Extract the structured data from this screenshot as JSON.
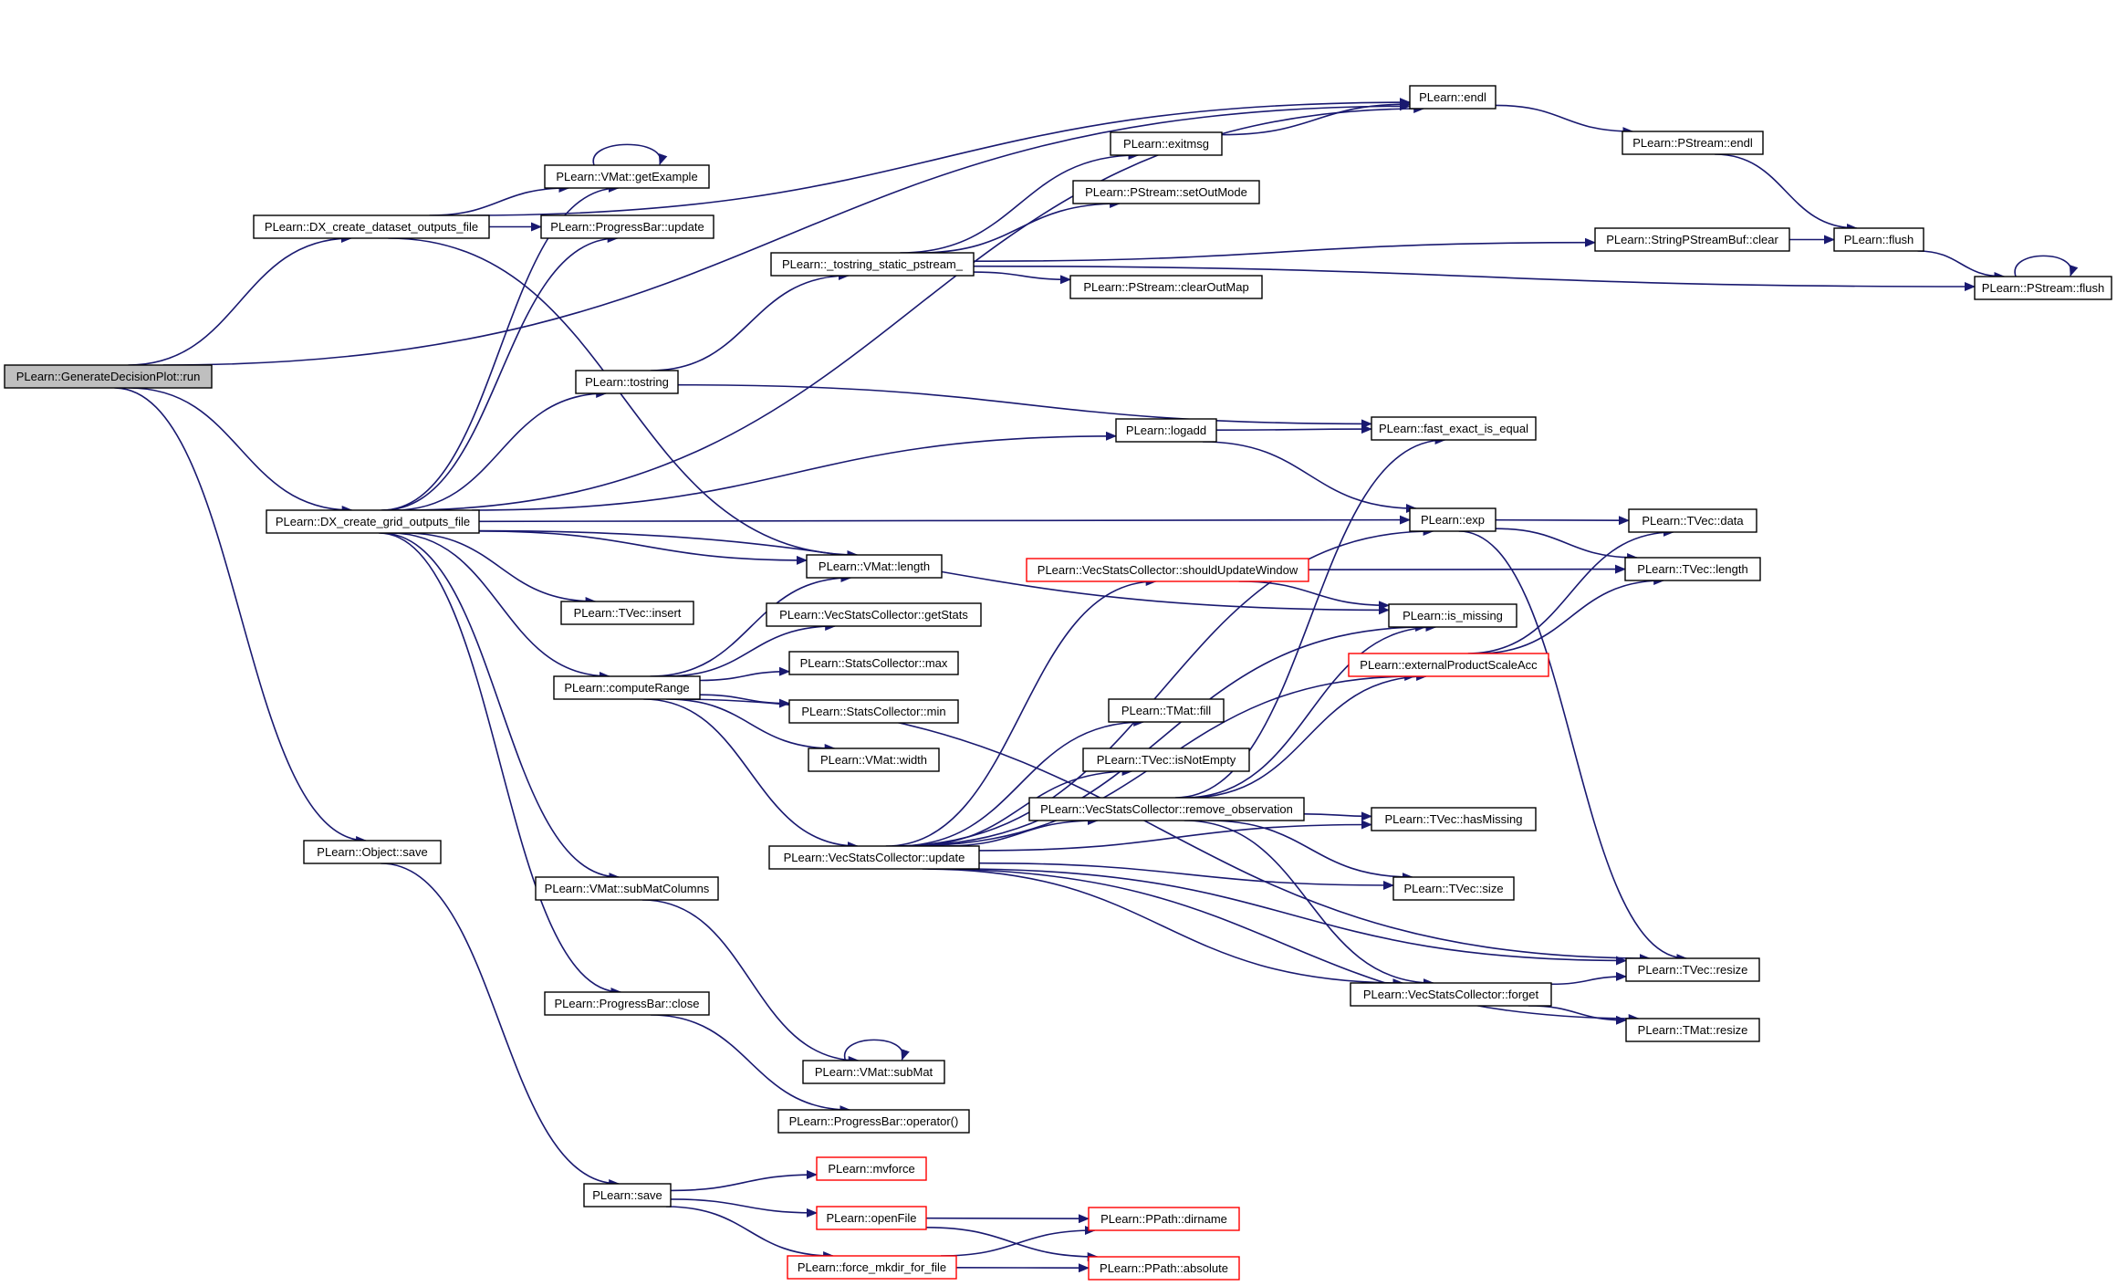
{
  "diagram": {
    "edge_color": "#191970",
    "nodes": [
      {
        "id": "run",
        "label": "PLearn::GenerateDecisionPlot::run",
        "style": "root"
      },
      {
        "id": "dx_dataset",
        "label": "PLearn::DX_create_dataset_outputs_file",
        "style": "normal"
      },
      {
        "id": "dx_grid",
        "label": "PLearn::DX_create_grid_outputs_file",
        "style": "normal"
      },
      {
        "id": "obj_save",
        "label": "PLearn::Object::save",
        "style": "normal"
      },
      {
        "id": "getExample",
        "label": "PLearn::VMat::getExample",
        "style": "normal"
      },
      {
        "id": "pb_update",
        "label": "PLearn::ProgressBar::update",
        "style": "normal"
      },
      {
        "id": "tostring",
        "label": "PLearn::tostring",
        "style": "normal"
      },
      {
        "id": "tvec_insert",
        "label": "PLearn::TVec::insert",
        "style": "normal"
      },
      {
        "id": "computeRange",
        "label": "PLearn::computeRange",
        "style": "normal"
      },
      {
        "id": "submatcols",
        "label": "PLearn::VMat::subMatColumns",
        "style": "normal"
      },
      {
        "id": "pb_close",
        "label": "PLearn::ProgressBar::close",
        "style": "normal"
      },
      {
        "id": "save",
        "label": "PLearn::save",
        "style": "normal"
      },
      {
        "id": "tostring_static",
        "label": "PLearn::_tostring_static_pstream_",
        "style": "normal"
      },
      {
        "id": "exitmsg",
        "label": "PLearn::exitmsg",
        "style": "normal"
      },
      {
        "id": "setOutMode",
        "label": "PLearn::PStream::setOutMode",
        "style": "normal"
      },
      {
        "id": "clearOutMap",
        "label": "PLearn::PStream::clearOutMap",
        "style": "normal"
      },
      {
        "id": "logadd",
        "label": "PLearn::logadd",
        "style": "normal"
      },
      {
        "id": "vmat_length",
        "label": "PLearn::VMat::length",
        "style": "normal"
      },
      {
        "id": "getStats",
        "label": "PLearn::VecStatsCollector::getStats",
        "style": "normal"
      },
      {
        "id": "sc_max",
        "label": "PLearn::StatsCollector::max",
        "style": "normal"
      },
      {
        "id": "sc_min",
        "label": "PLearn::StatsCollector::min",
        "style": "normal"
      },
      {
        "id": "vmat_width",
        "label": "PLearn::VMat::width",
        "style": "normal"
      },
      {
        "id": "vsc_update",
        "label": "PLearn::VecStatsCollector::update",
        "style": "normal"
      },
      {
        "id": "submat",
        "label": "PLearn::VMat::subMat",
        "style": "normal"
      },
      {
        "id": "pb_op",
        "label": "PLearn::ProgressBar::operator()",
        "style": "normal"
      },
      {
        "id": "mvforce",
        "label": "PLearn::mvforce",
        "style": "red"
      },
      {
        "id": "openFile",
        "label": "PLearn::openFile",
        "style": "red"
      },
      {
        "id": "force_mkdir",
        "label": "PLearn::force_mkdir_for_file",
        "style": "red"
      },
      {
        "id": "shouldUpdate",
        "label": "PLearn::VecStatsCollector::shouldUpdateWindow",
        "style": "red"
      },
      {
        "id": "tmat_fill",
        "label": "PLearn::TMat::fill",
        "style": "normal"
      },
      {
        "id": "isNotEmpty",
        "label": "PLearn::TVec::isNotEmpty",
        "style": "normal"
      },
      {
        "id": "remove_obs",
        "label": "PLearn::VecStatsCollector::remove_observation",
        "style": "normal"
      },
      {
        "id": "endl",
        "label": "PLearn::endl",
        "style": "normal"
      },
      {
        "id": "fast_exact",
        "label": "PLearn::fast_exact_is_equal",
        "style": "normal"
      },
      {
        "id": "exp",
        "label": "PLearn::exp",
        "style": "normal"
      },
      {
        "id": "is_missing",
        "label": "PLearn::is_missing",
        "style": "normal"
      },
      {
        "id": "extProd",
        "label": "PLearn::externalProductScaleAcc",
        "style": "red"
      },
      {
        "id": "hasMissing",
        "label": "PLearn::TVec::hasMissing",
        "style": "normal"
      },
      {
        "id": "tvec_size",
        "label": "PLearn::TVec::size",
        "style": "normal"
      },
      {
        "id": "vsc_forget",
        "label": "PLearn::VecStatsCollector::forget",
        "style": "normal"
      },
      {
        "id": "ppath_dirname",
        "label": "PLearn::PPath::dirname",
        "style": "red"
      },
      {
        "id": "ppath_absolute",
        "label": "PLearn::PPath::absolute",
        "style": "red"
      },
      {
        "id": "pstream_endl",
        "label": "PLearn::PStream::endl",
        "style": "normal"
      },
      {
        "id": "spsb_clear",
        "label": "PLearn::StringPStreamBuf::clear",
        "style": "normal"
      },
      {
        "id": "flush",
        "label": "PLearn::flush",
        "style": "normal"
      },
      {
        "id": "pstream_flush",
        "label": "PLearn::PStream::flush",
        "style": "normal"
      },
      {
        "id": "tvec_data",
        "label": "PLearn::TVec::data",
        "style": "normal"
      },
      {
        "id": "tvec_length",
        "label": "PLearn::TVec::length",
        "style": "normal"
      },
      {
        "id": "tvec_resize",
        "label": "PLearn::TVec::resize",
        "style": "normal"
      },
      {
        "id": "tmat_resize",
        "label": "PLearn::TMat::resize",
        "style": "normal"
      }
    ],
    "edges": [
      {
        "from": "run",
        "to": "endl"
      },
      {
        "from": "run",
        "to": "dx_dataset"
      },
      {
        "from": "run",
        "to": "dx_grid"
      },
      {
        "from": "run",
        "to": "obj_save"
      },
      {
        "from": "dx_dataset",
        "to": "getExample"
      },
      {
        "from": "dx_dataset",
        "to": "pb_update"
      },
      {
        "from": "dx_dataset",
        "to": "endl"
      },
      {
        "from": "dx_dataset",
        "to": "vmat_length"
      },
      {
        "from": "getExample",
        "to": "getExample"
      },
      {
        "from": "dx_grid",
        "to": "getExample"
      },
      {
        "from": "dx_grid",
        "to": "pb_update"
      },
      {
        "from": "dx_grid",
        "to": "endl"
      },
      {
        "from": "dx_grid",
        "to": "tostring"
      },
      {
        "from": "dx_grid",
        "to": "logadd"
      },
      {
        "from": "dx_grid",
        "to": "is_missing"
      },
      {
        "from": "dx_grid",
        "to": "vmat_length"
      },
      {
        "from": "dx_grid",
        "to": "tvec_insert"
      },
      {
        "from": "dx_grid",
        "to": "computeRange"
      },
      {
        "from": "dx_grid",
        "to": "exp"
      },
      {
        "from": "dx_grid",
        "to": "submatcols"
      },
      {
        "from": "dx_grid",
        "to": "pb_close"
      },
      {
        "from": "tostring",
        "to": "tostring_static"
      },
      {
        "from": "tostring",
        "to": "fast_exact"
      },
      {
        "from": "tostring_static",
        "to": "exitmsg"
      },
      {
        "from": "tostring_static",
        "to": "setOutMode"
      },
      {
        "from": "tostring_static",
        "to": "spsb_clear"
      },
      {
        "from": "tostring_static",
        "to": "clearOutMap"
      },
      {
        "from": "tostring_static",
        "to": "pstream_flush"
      },
      {
        "from": "exitmsg",
        "to": "endl"
      },
      {
        "from": "endl",
        "to": "pstream_endl"
      },
      {
        "from": "pstream_endl",
        "to": "flush"
      },
      {
        "from": "spsb_clear",
        "to": "flush"
      },
      {
        "from": "flush",
        "to": "pstream_flush"
      },
      {
        "from": "pstream_flush",
        "to": "pstream_flush"
      },
      {
        "from": "logadd",
        "to": "fast_exact"
      },
      {
        "from": "logadd",
        "to": "exp"
      },
      {
        "from": "exp",
        "to": "tvec_data"
      },
      {
        "from": "exp",
        "to": "tvec_length"
      },
      {
        "from": "exp",
        "to": "tvec_resize"
      },
      {
        "from": "computeRange",
        "to": "vmat_length"
      },
      {
        "from": "computeRange",
        "to": "getStats"
      },
      {
        "from": "computeRange",
        "to": "sc_max"
      },
      {
        "from": "computeRange",
        "to": "sc_min"
      },
      {
        "from": "computeRange",
        "to": "vmat_width"
      },
      {
        "from": "computeRange",
        "to": "vsc_update"
      },
      {
        "from": "computeRange",
        "to": "tvec_resize"
      },
      {
        "from": "vsc_update",
        "to": "shouldUpdate"
      },
      {
        "from": "vsc_update",
        "to": "exp"
      },
      {
        "from": "vsc_update",
        "to": "is_missing"
      },
      {
        "from": "vsc_update",
        "to": "extProd"
      },
      {
        "from": "vsc_update",
        "to": "tmat_fill"
      },
      {
        "from": "vsc_update",
        "to": "isNotEmpty"
      },
      {
        "from": "vsc_update",
        "to": "remove_obs"
      },
      {
        "from": "vsc_update",
        "to": "hasMissing"
      },
      {
        "from": "vsc_update",
        "to": "tvec_size"
      },
      {
        "from": "vsc_update",
        "to": "tvec_resize"
      },
      {
        "from": "vsc_update",
        "to": "vsc_forget"
      },
      {
        "from": "vsc_update",
        "to": "tmat_resize"
      },
      {
        "from": "shouldUpdate",
        "to": "is_missing"
      },
      {
        "from": "shouldUpdate",
        "to": "tvec_length"
      },
      {
        "from": "remove_obs",
        "to": "fast_exact"
      },
      {
        "from": "remove_obs",
        "to": "is_missing"
      },
      {
        "from": "remove_obs",
        "to": "extProd"
      },
      {
        "from": "remove_obs",
        "to": "hasMissing"
      },
      {
        "from": "remove_obs",
        "to": "tvec_size"
      },
      {
        "from": "remove_obs",
        "to": "vsc_forget"
      },
      {
        "from": "extProd",
        "to": "tvec_data"
      },
      {
        "from": "extProd",
        "to": "tvec_length"
      },
      {
        "from": "vsc_forget",
        "to": "tvec_resize"
      },
      {
        "from": "vsc_forget",
        "to": "tmat_resize"
      },
      {
        "from": "submatcols",
        "to": "submat"
      },
      {
        "from": "submat",
        "to": "submat"
      },
      {
        "from": "pb_close",
        "to": "pb_op"
      },
      {
        "from": "obj_save",
        "to": "save"
      },
      {
        "from": "save",
        "to": "mvforce"
      },
      {
        "from": "save",
        "to": "openFile"
      },
      {
        "from": "save",
        "to": "force_mkdir"
      },
      {
        "from": "openFile",
        "to": "ppath_dirname"
      },
      {
        "from": "openFile",
        "to": "ppath_absolute"
      },
      {
        "from": "force_mkdir",
        "to": "ppath_dirname"
      },
      {
        "from": "force_mkdir",
        "to": "ppath_absolute"
      }
    ]
  }
}
